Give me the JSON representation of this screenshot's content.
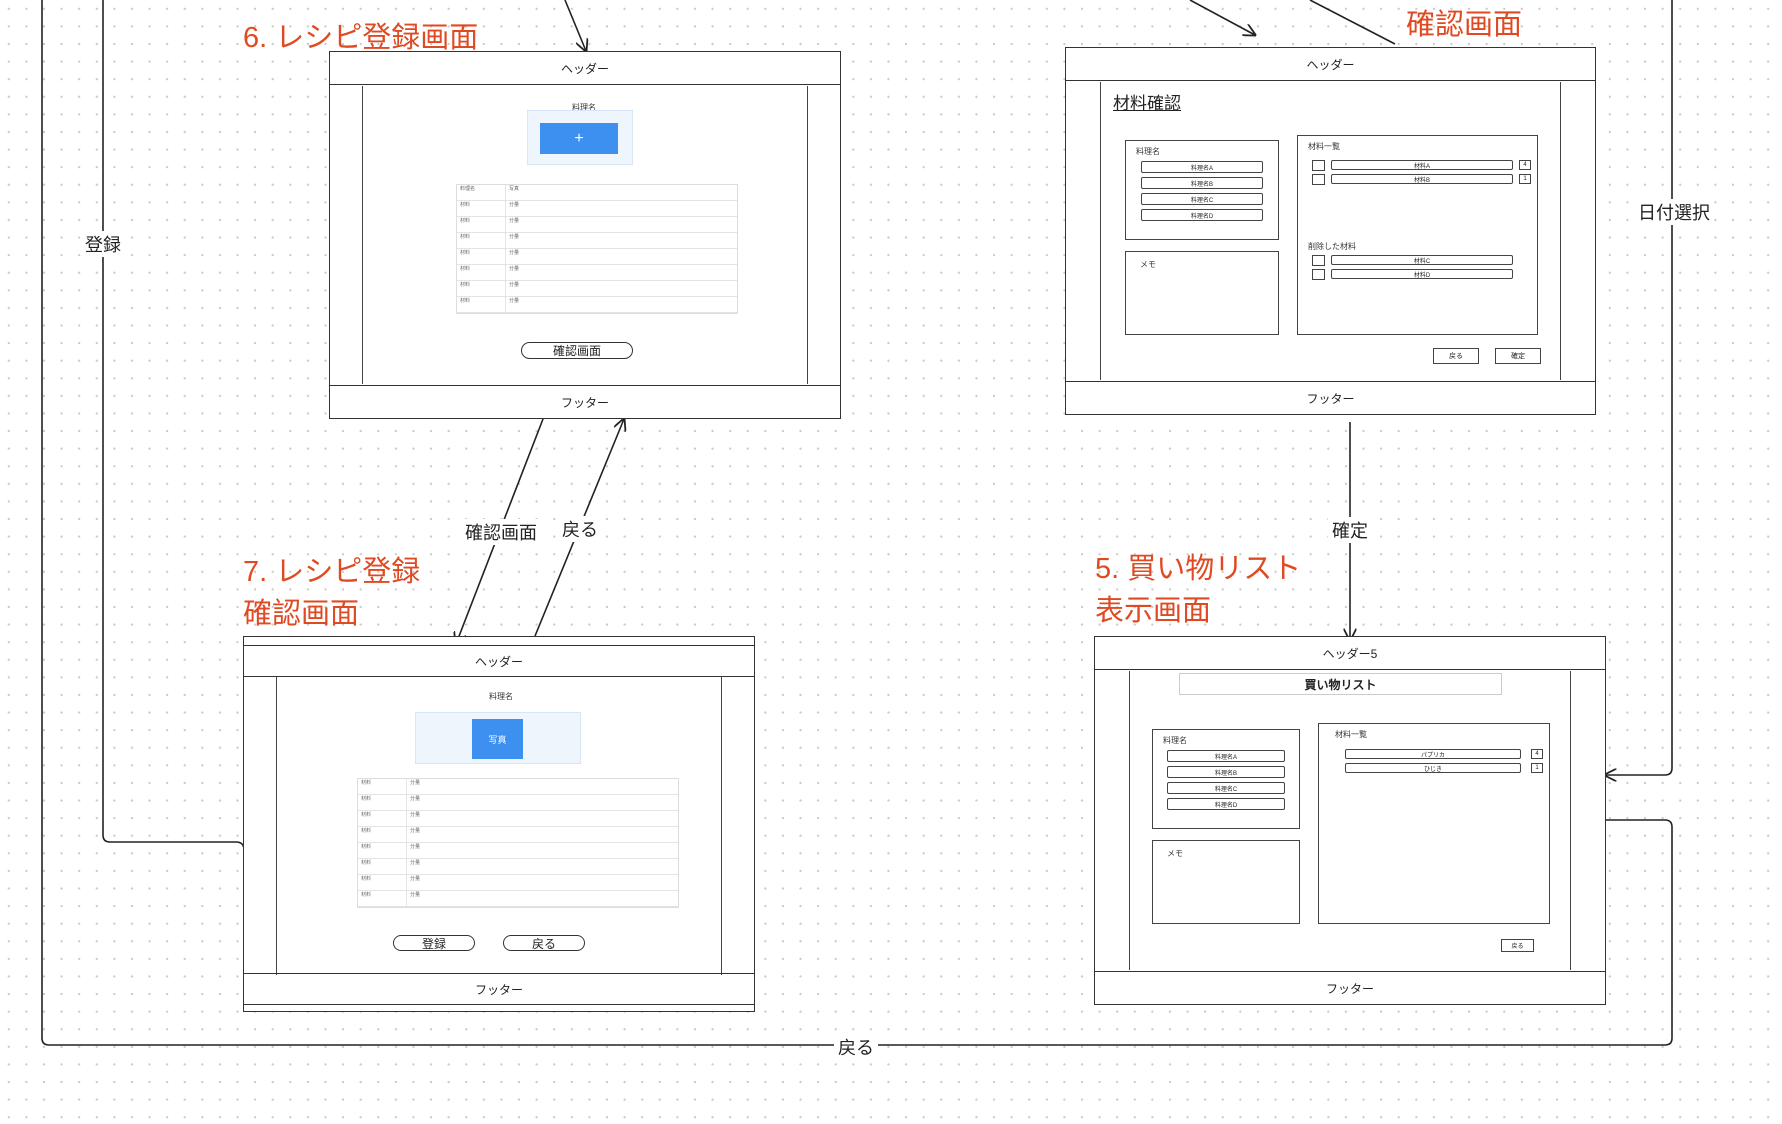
{
  "titles": {
    "screen6": "6. レシピ登録画面",
    "screen7_line1": "7. レシピ登録",
    "screen7_line2": "確認画面",
    "screen_confirm": "確認画面",
    "screen5_line1": "5. 買い物リスト",
    "screen5_line2": "表示画面"
  },
  "edges": {
    "register": "登録",
    "confirm_screen": "確認画面",
    "back": "戻る",
    "decide": "確定",
    "date_select": "日付選択",
    "back_bottom": "戻る"
  },
  "screen6": {
    "header": "ヘッダー",
    "footer": "フッター",
    "dish_name": "料理名",
    "photo_icon": "+",
    "button": "確認画面",
    "table": [
      [
        "料理名",
        "写真"
      ],
      [
        "材料",
        "分量"
      ],
      [
        "材料",
        "分量"
      ],
      [
        "材料",
        "分量"
      ],
      [
        "材料",
        "分量"
      ],
      [
        "材料",
        "分量"
      ],
      [
        "材料",
        "分量"
      ],
      [
        "材料",
        "分量"
      ]
    ]
  },
  "screen7": {
    "header": "ヘッダー",
    "footer": "フッター",
    "dish_name": "料理名",
    "photo": "写真",
    "register_button": "登録",
    "back_button": "戻る",
    "table": [
      [
        "材料",
        "分量"
      ],
      [
        "材料",
        "分量"
      ],
      [
        "材料",
        "分量"
      ],
      [
        "材料",
        "分量"
      ],
      [
        "材料",
        "分量"
      ],
      [
        "材料",
        "分量"
      ],
      [
        "材料",
        "分量"
      ],
      [
        "材料",
        "分量"
      ]
    ]
  },
  "confirm": {
    "header": "ヘッダー",
    "footer": "フッター",
    "heading": "材料確認",
    "dish_panel_title": "料理名",
    "dishes": [
      "料理名A",
      "料理名B",
      "料理名C",
      "料理名D"
    ],
    "memo": "メモ",
    "ingredients_title": "材料一覧",
    "ingredients": [
      {
        "name": "材料A",
        "qty": "4"
      },
      {
        "name": "材料B",
        "qty": "1"
      }
    ],
    "deleted_title": "削除した材料",
    "deleted": [
      "材料C",
      "材料D"
    ],
    "back_button": "戻る",
    "decide_button": "確定"
  },
  "screen5": {
    "header": "ヘッダー5",
    "footer": "フッター",
    "heading": "買い物リスト",
    "dish_panel_title": "料理名",
    "dishes": [
      "料理名A",
      "料理名B",
      "料理名C",
      "料理名D"
    ],
    "memo": "メモ",
    "ingredients_title": "材料一覧",
    "ingredients": [
      {
        "name": "パプリカ",
        "qty": "4"
      },
      {
        "name": "ひじき",
        "qty": "1"
      }
    ],
    "back_button": "戻る"
  }
}
